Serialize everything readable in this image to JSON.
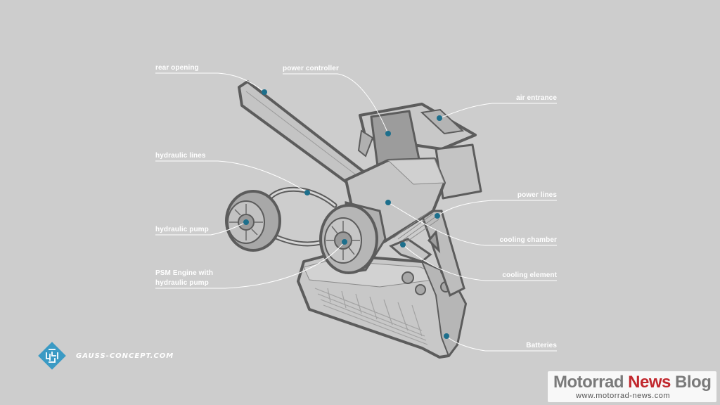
{
  "labels": {
    "rear_opening": "rear opening",
    "power_controller": "power controller",
    "air_entrance": "air entrance",
    "hydraulic_lines": "hydraulic lines",
    "power_lines": "power lines",
    "hydraulic_pump": "hydraulic pump",
    "cooling_chamber": "cooling chamber",
    "psm_engine_line1": "PSM Engine with",
    "psm_engine_line2": "hydraulic pump",
    "cooling_element": "cooling element",
    "batteries": "Batteries"
  },
  "brand": {
    "logo_icon": "gauss-maze-logo-icon",
    "site": "GAUSS-CONCEPT.COM"
  },
  "watermark": {
    "title_part1": "Motorrad ",
    "title_part2": "News",
    "title_part3": " Blog",
    "url": "www.motorrad-news.com"
  },
  "colors": {
    "background": "#cdcdcd",
    "component_fill": "#bdbdbd",
    "component_outline": "#5c5c5c",
    "callout_dot": "#1d6f8c",
    "callout_line": "#ffffff",
    "watermark_accent": "#c1272d"
  }
}
